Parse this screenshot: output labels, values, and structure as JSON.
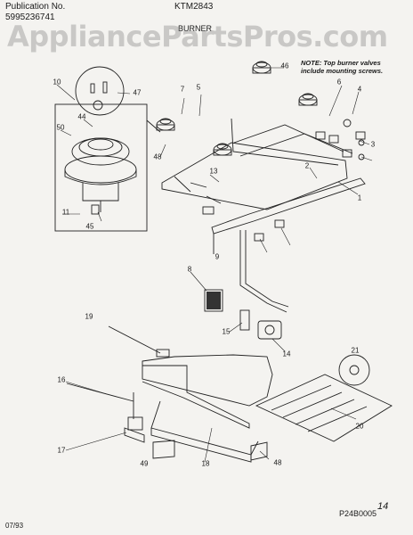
{
  "header": {
    "pub_label": "Publication No.",
    "pub_number": "5995236741",
    "model": "KTM2843",
    "section": "BURNER"
  },
  "watermark": "AppliancePartsPros.com",
  "note": "NOTE: Top burner valves include mounting screws.",
  "callouts": [
    "10",
    "47",
    "44",
    "50",
    "11",
    "45",
    "46",
    "7",
    "5",
    "6",
    "4",
    "48",
    "13",
    "3",
    "2",
    "1",
    "8",
    "19",
    "15",
    "14",
    "16",
    "17",
    "49",
    "18",
    "48",
    "21",
    "20",
    "9"
  ],
  "figure_id": "P24B0005",
  "date": "07/93",
  "handwritten_mark": "14"
}
